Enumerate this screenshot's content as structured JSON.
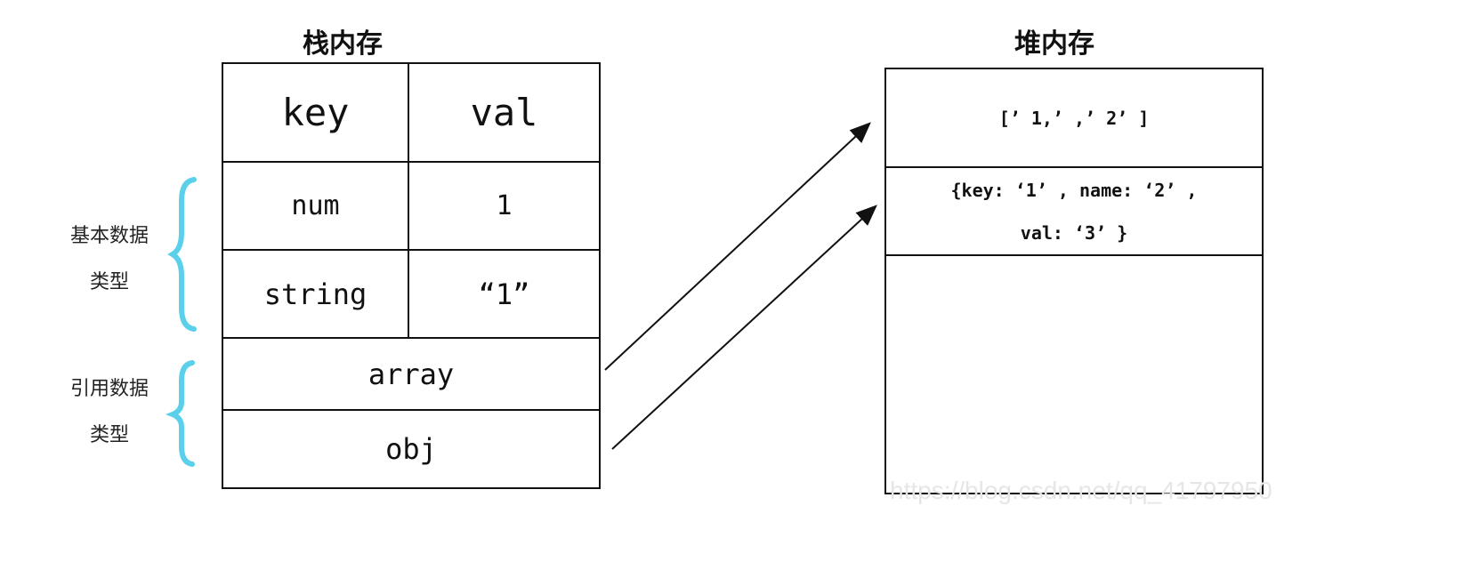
{
  "stack": {
    "title": "栈内存",
    "header": {
      "key": "key",
      "val": "val"
    },
    "rows": [
      {
        "key": "num",
        "val": "1"
      },
      {
        "key": "string",
        "val": "“1”"
      }
    ],
    "refs": [
      "array",
      "obj"
    ]
  },
  "groups": {
    "primitive": [
      "基本数据",
      "类型"
    ],
    "reference": [
      "引用数据",
      "类型"
    ]
  },
  "heap": {
    "title": "堆内存",
    "array_value": "[’ 1,’ ,’ 2’ ]",
    "obj_line1": "{key: ‘1’ , name: ‘2’ ,",
    "obj_line2": "val:  ‘3’ }"
  },
  "watermark": "https://blog.csdn.net/qq_41797950",
  "colors": {
    "brace": "#5bd0ea",
    "line": "#111111"
  }
}
